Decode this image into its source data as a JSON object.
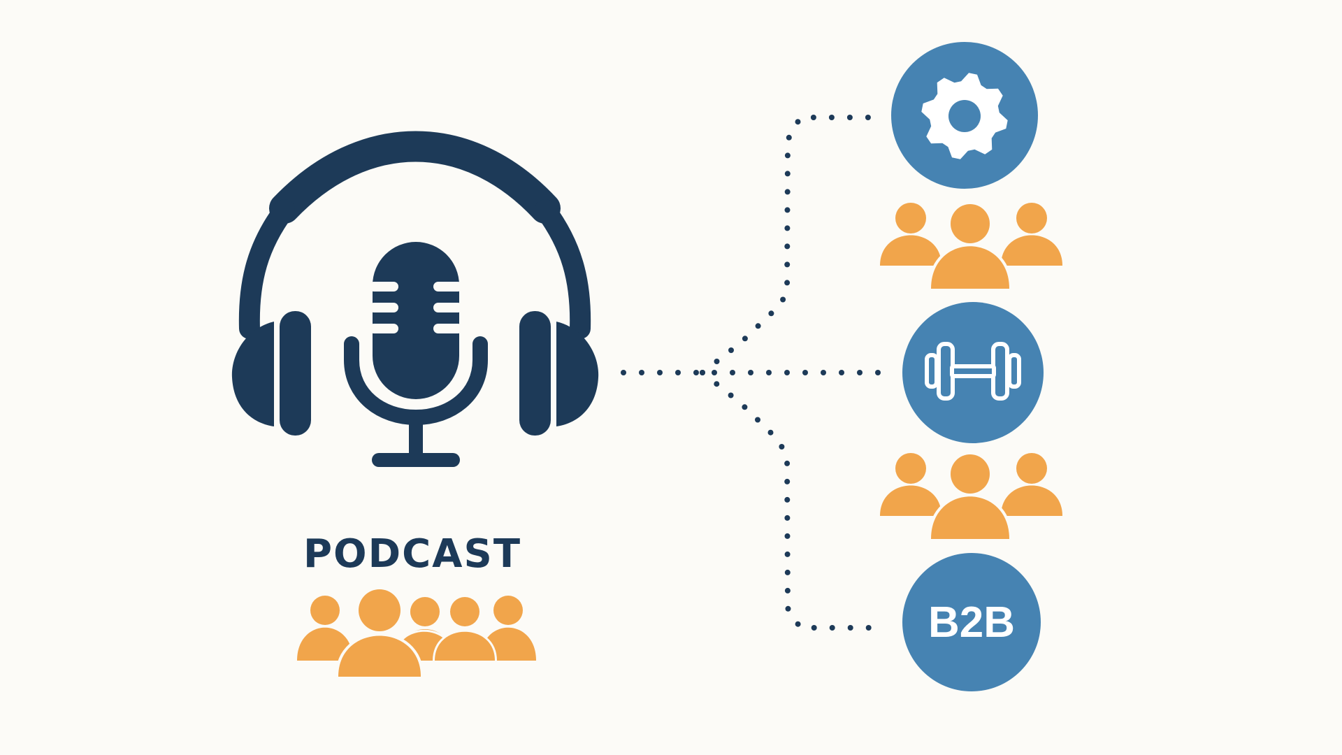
{
  "colors": {
    "background": "#fcfbf7",
    "navy": "#1d3a58",
    "blue": "#4683b2",
    "orange": "#f1a54b",
    "white": "#ffffff"
  },
  "podcast": {
    "title": "PODCAST",
    "icon": "headphones-microphone-icon",
    "audience_icon": "audience-group-icon"
  },
  "segments": [
    {
      "icon": "gear-icon",
      "audience_icon": "people-group-icon"
    },
    {
      "icon": "dumbbell-icon",
      "audience_icon": "people-group-icon"
    },
    {
      "icon": "b2b-badge-icon",
      "label": "B2B"
    }
  ],
  "connector": {
    "style": "dotted",
    "color": "#1d3a58"
  }
}
